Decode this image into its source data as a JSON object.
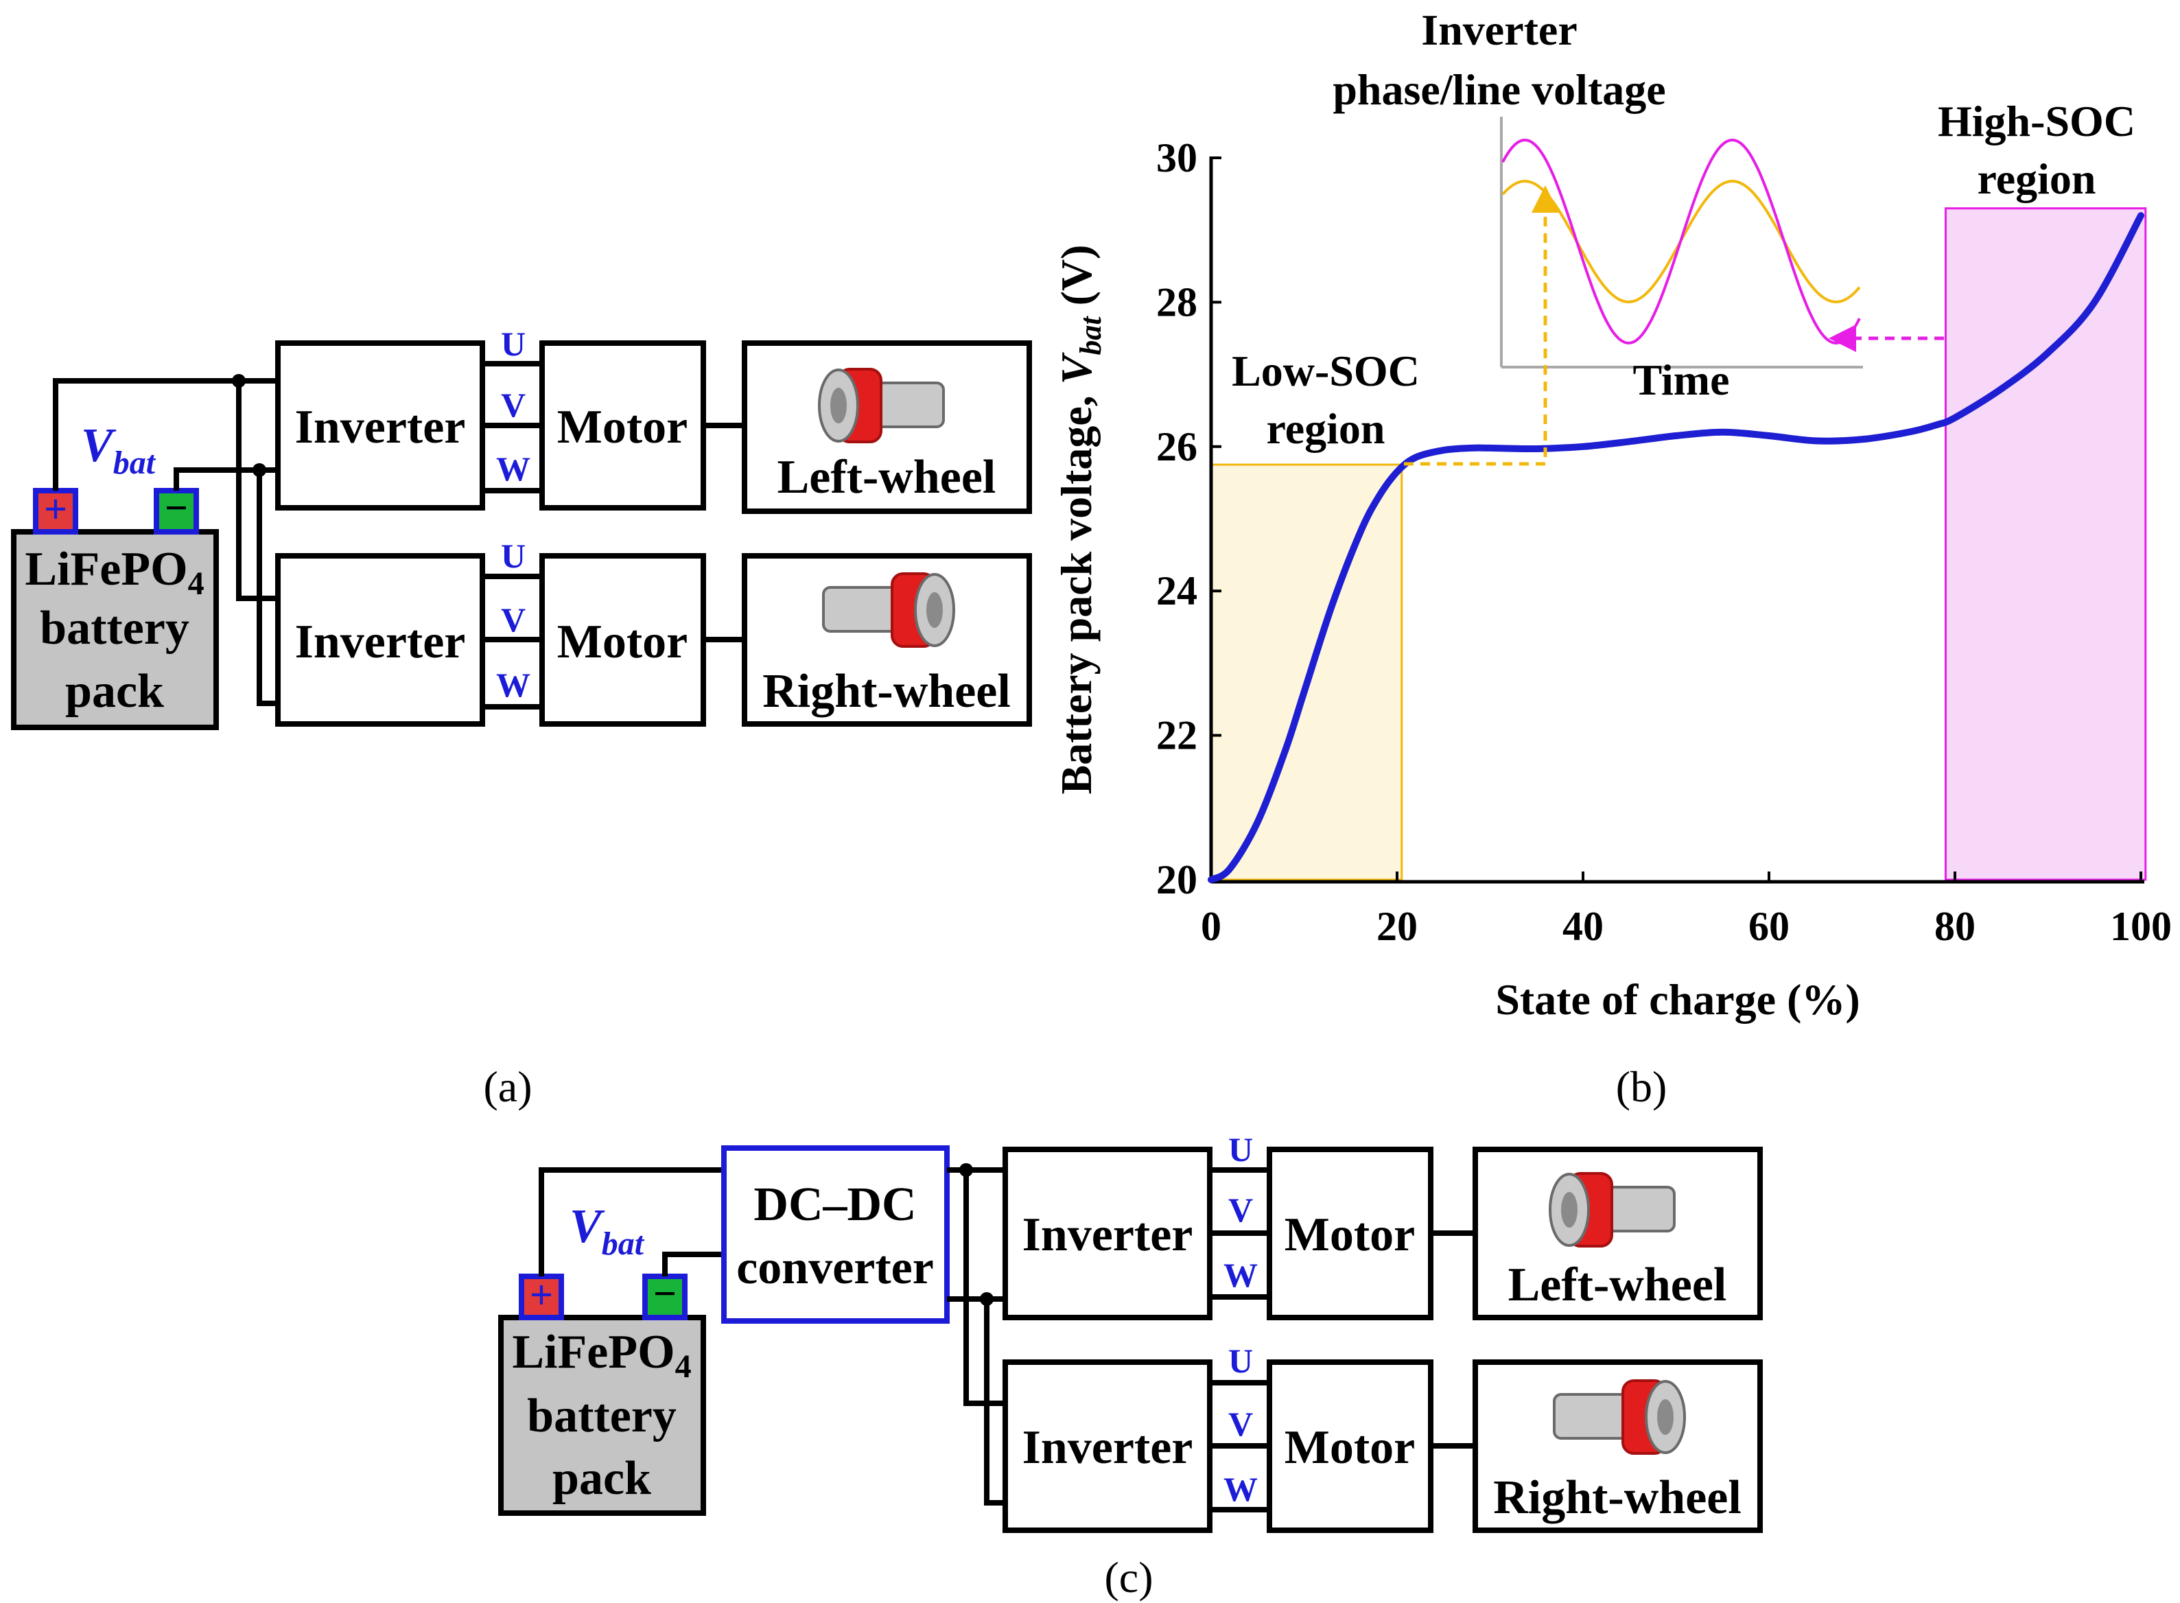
{
  "colors": {
    "wire": "#000000",
    "battery_fill": "#c4c4c4",
    "uvw_label": "#1c1cd8",
    "dcdc_border": "#1c1cd8",
    "curve": "#1e1ed2",
    "low_soc": "#f2b80c",
    "low_soc_fill": "#fdf5dc",
    "high_soc": "#e61ee6",
    "high_soc_fill": "#f8d8f8",
    "inset_text": "#a8a8a8",
    "positive_terminal": "#e23a3a",
    "negative_terminal": "#18b43a"
  },
  "panel_a": {
    "caption": "(a)",
    "battery": {
      "line1": "LiFePO",
      "sub": "4",
      "line2": "battery",
      "line3": "pack"
    },
    "vbat": {
      "main": "V",
      "sub": "bat"
    },
    "terminal_pos": "+",
    "terminal_neg": "−",
    "inverter_top": "Inverter",
    "inverter_bottom": "Inverter",
    "motor_top": "Motor",
    "motor_bottom": "Motor",
    "wheel_top": "Left-wheel",
    "wheel_bottom": "Right-wheel",
    "phases": [
      "U",
      "V",
      "W"
    ]
  },
  "panel_b": {
    "caption": "(b)",
    "low_soc_label": [
      "Low-SOC",
      "region"
    ],
    "high_soc_label": [
      "High-SOC",
      "region"
    ],
    "inset": {
      "title": [
        "Inverter",
        "phase/line voltage"
      ],
      "xlabel": "Time"
    }
  },
  "panel_c": {
    "caption": "(c)",
    "battery": {
      "line1": "LiFePO",
      "sub": "4",
      "line2": "battery",
      "line3": "pack"
    },
    "vbat": {
      "main": "V",
      "sub": "bat"
    },
    "terminal_pos": "+",
    "terminal_neg": "−",
    "dcdc": [
      "DC–DC",
      "converter"
    ],
    "inverter_top": "Inverter",
    "inverter_bottom": "Inverter",
    "motor_top": "Motor",
    "motor_bottom": "Motor",
    "wheel_top": "Left-wheel",
    "wheel_bottom": "Right-wheel",
    "phases": [
      "U",
      "V",
      "W"
    ]
  },
  "chart_data": {
    "type": "line",
    "xlabel": "State of charge (%)",
    "ylabel": {
      "prefix": "Battery pack voltage, ",
      "var": "V",
      "sub": "bat",
      "suffix": " (V)"
    },
    "xlim": [
      0,
      100
    ],
    "ylim": [
      20,
      30
    ],
    "xticks": [
      0,
      20,
      40,
      60,
      80,
      100
    ],
    "yticks": [
      20,
      22,
      24,
      26,
      28,
      30
    ],
    "grid": false,
    "series": [
      {
        "x": [
          0,
          2,
          5,
          8,
          10,
          13,
          16,
          18,
          20,
          22,
          25,
          28,
          30,
          35,
          40,
          45,
          50,
          55,
          60,
          65,
          70,
          75,
          78,
          80,
          85,
          90,
          95,
          100
        ],
        "y": [
          20.0,
          20.15,
          20.8,
          21.8,
          22.6,
          23.8,
          24.8,
          25.3,
          25.65,
          25.85,
          25.95,
          25.98,
          25.98,
          25.97,
          26.0,
          26.07,
          26.15,
          26.2,
          26.15,
          26.08,
          26.1,
          26.2,
          26.3,
          26.4,
          26.8,
          27.3,
          28.0,
          29.2
        ]
      }
    ],
    "low_soc_region": {
      "x": [
        0,
        20.5
      ],
      "y_top": 25.75
    },
    "high_soc_region": {
      "x": [
        79,
        100.5
      ],
      "y_top": 29.3
    }
  }
}
